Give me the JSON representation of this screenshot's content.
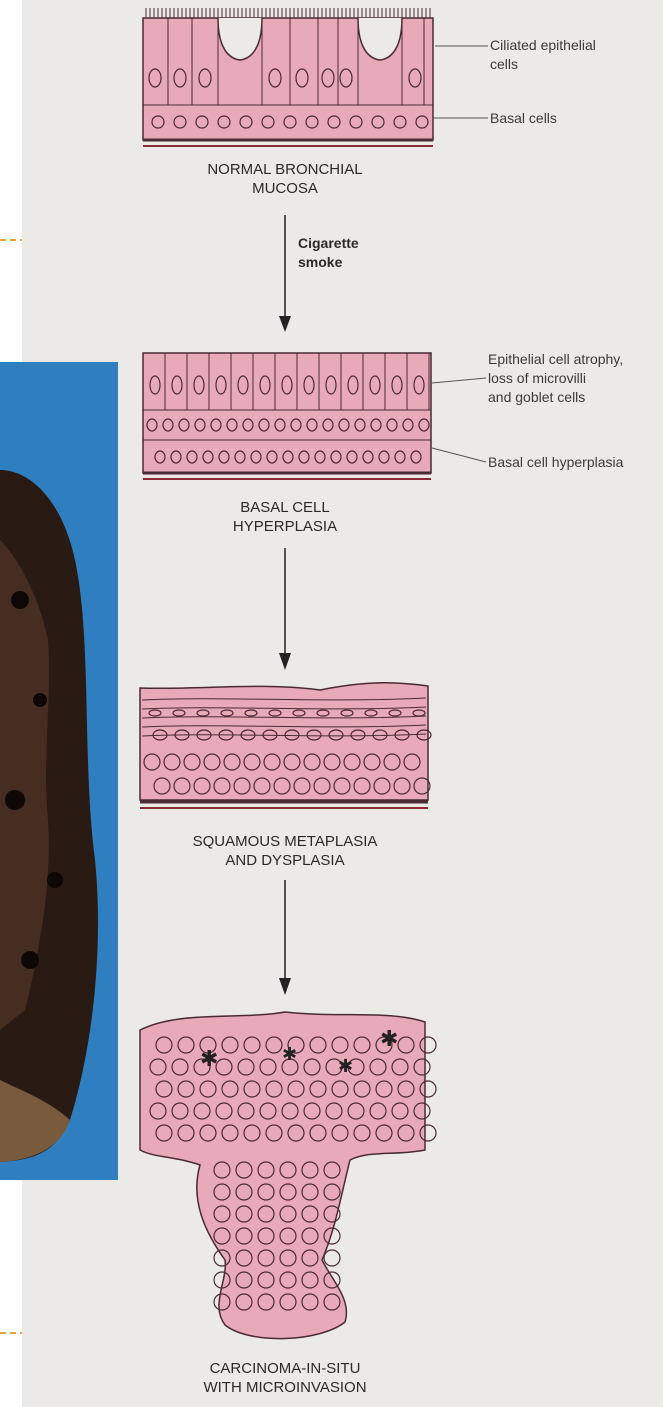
{
  "stages": [
    {
      "id": "normal",
      "title_line1": "NORMAL BRONCHIAL",
      "title_line2": "MUCOSA"
    },
    {
      "id": "hyperplasia",
      "title_line1": "BASAL CELL",
      "title_line2": "HYPERPLASIA"
    },
    {
      "id": "metaplasia",
      "title_line1": "SQUAMOUS METAPLASIA",
      "title_line2": "AND DYSPLASIA"
    },
    {
      "id": "carcinoma",
      "title_line1": "CARCINOMA-IN-SITU",
      "title_line2": "WITH MICROINVASION"
    }
  ],
  "arrow_label": {
    "line1": "Cigarette",
    "line2": "smoke"
  },
  "annotations": {
    "ciliated": {
      "line1": "Ciliated epithelial",
      "line2": "cells"
    },
    "basal": "Basal cells",
    "atrophy": {
      "line1": "Epithelial cell atrophy,",
      "line2": "loss of microvilli",
      "line3": "and goblet cells"
    },
    "basal_hyperplasia": "Basal cell hyperplasia"
  },
  "colors": {
    "paper": "#eceae6",
    "tissue": "#e8a9b9",
    "outline": "#4a2a35",
    "photo_bg": "#2f7fc0",
    "lung": "#2a1a14",
    "guide": "#e6a23c"
  }
}
